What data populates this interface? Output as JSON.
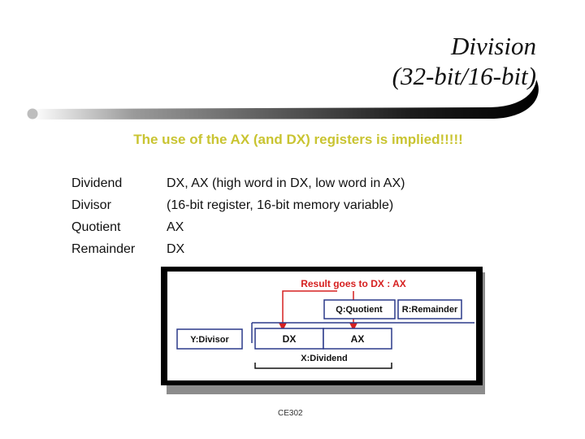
{
  "title": {
    "line1": "Division",
    "line2": "(32-bit/16-bit)"
  },
  "subtitle": "The use of the AX (and DX) registers is implied!!!!!",
  "definitions": [
    {
      "term": "Dividend",
      "value": "DX, AX (high word in DX, low word in AX)"
    },
    {
      "term": "Divisor",
      "value": "(16-bit register, 16-bit memory variable)"
    },
    {
      "term": "Quotient",
      "value": "AX"
    },
    {
      "term": "Remainder",
      "value": "DX"
    }
  ],
  "diagram": {
    "result_label": "Result goes to DX : AX",
    "quotient_label": "Q:Quotient",
    "remainder_label": "R:Remainder",
    "divisor_label": "Y:Divisor",
    "dx_label": "DX",
    "ax_label": "AX",
    "dividend_label": "X:Dividend"
  },
  "colors": {
    "subtitle": "#c9c431",
    "diagram_label": "#d62020",
    "diagram_line": "#2b3a8a"
  },
  "footer": "CE302"
}
